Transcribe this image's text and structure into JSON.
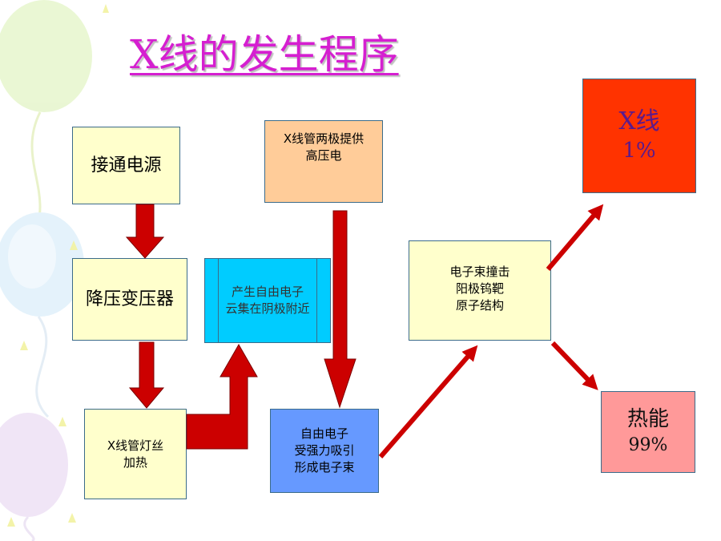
{
  "title": "X线的发生程序",
  "boxes": {
    "power": "接通电源",
    "transformer": "降压变压器",
    "filament": "X线管灯丝\n加热",
    "electron_cloud": "产生自由电子\n云集在阴极附近",
    "high_voltage": "X线管两极提供\n高压电",
    "electron_beam": "自由电子\n受强力吸引\n形成电子束",
    "target": "电子束撞击\n阳极钨靶\n原子结构",
    "xray_label": "X线",
    "xray_pct": "1%",
    "heat_label": "热能",
    "heat_pct": "99%"
  },
  "colors": {
    "title": "#d51fd0",
    "box_yellow": "#ffffcc",
    "cloud_box": "#00ccff",
    "high_voltage_box": "#ffcc99",
    "beam_box": "#6699ff",
    "xray_box": "#ff3300",
    "heat_box": "#ff9999",
    "arrow_fill": "#cc0000"
  }
}
